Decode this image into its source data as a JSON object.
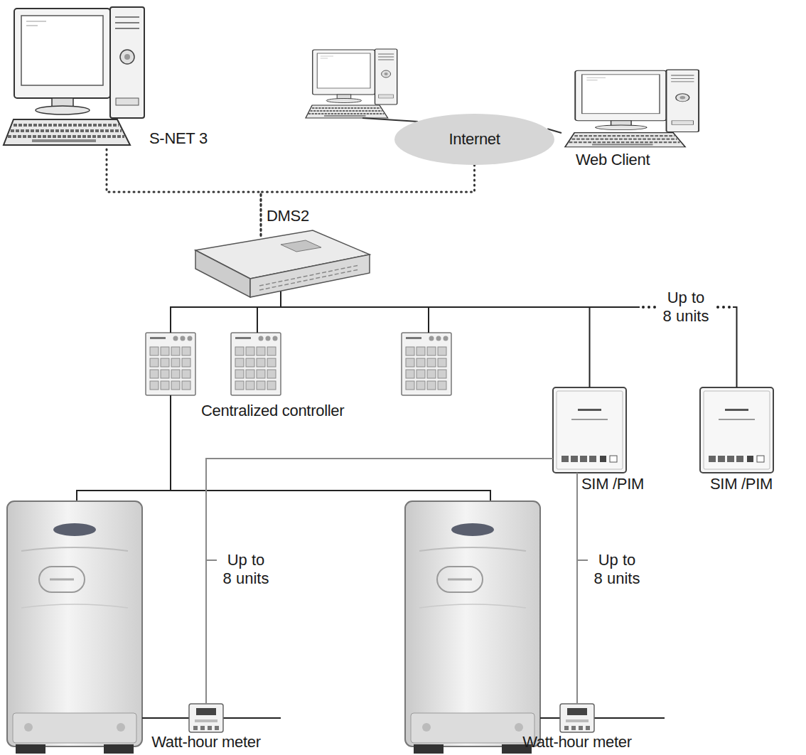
{
  "diagram": {
    "nodes": [
      {
        "text": [
          "S-NET 3"
        ]
      },
      {
        "text": [
          "Internet"
        ]
      },
      {
        "text": [
          "Web Client"
        ]
      },
      {
        "text": [
          "DMS2"
        ]
      },
      {
        "text": [
          "Centralized controller"
        ]
      },
      {
        "text": [
          "SIM /PIM"
        ]
      },
      {
        "text": [
          "SIM /PIM"
        ]
      },
      {
        "text": [
          "Watt-hour meter"
        ]
      },
      {
        "text": [
          "Watt-hour meter"
        ]
      }
    ],
    "edges": [
      {
        "from": 0,
        "to": 3,
        "arrow": "none"
      },
      {
        "from": 1,
        "to": 3,
        "arrow": "none"
      },
      {
        "from": 1,
        "to": 2,
        "arrow": "none"
      },
      {
        "from": 3,
        "to": 4,
        "arrow": "none"
      },
      {
        "from": 3,
        "to": 5,
        "arrow": "none"
      },
      {
        "from": 3,
        "to": 6,
        "arrow": "none"
      },
      {
        "from": 5,
        "to": 7,
        "arrow": "none"
      },
      {
        "from": 5,
        "to": 8,
        "arrow": "none"
      }
    ],
    "labels": [
      "Up to 8 units",
      "Up to 8 units",
      "Up to 8 units"
    ]
  }
}
